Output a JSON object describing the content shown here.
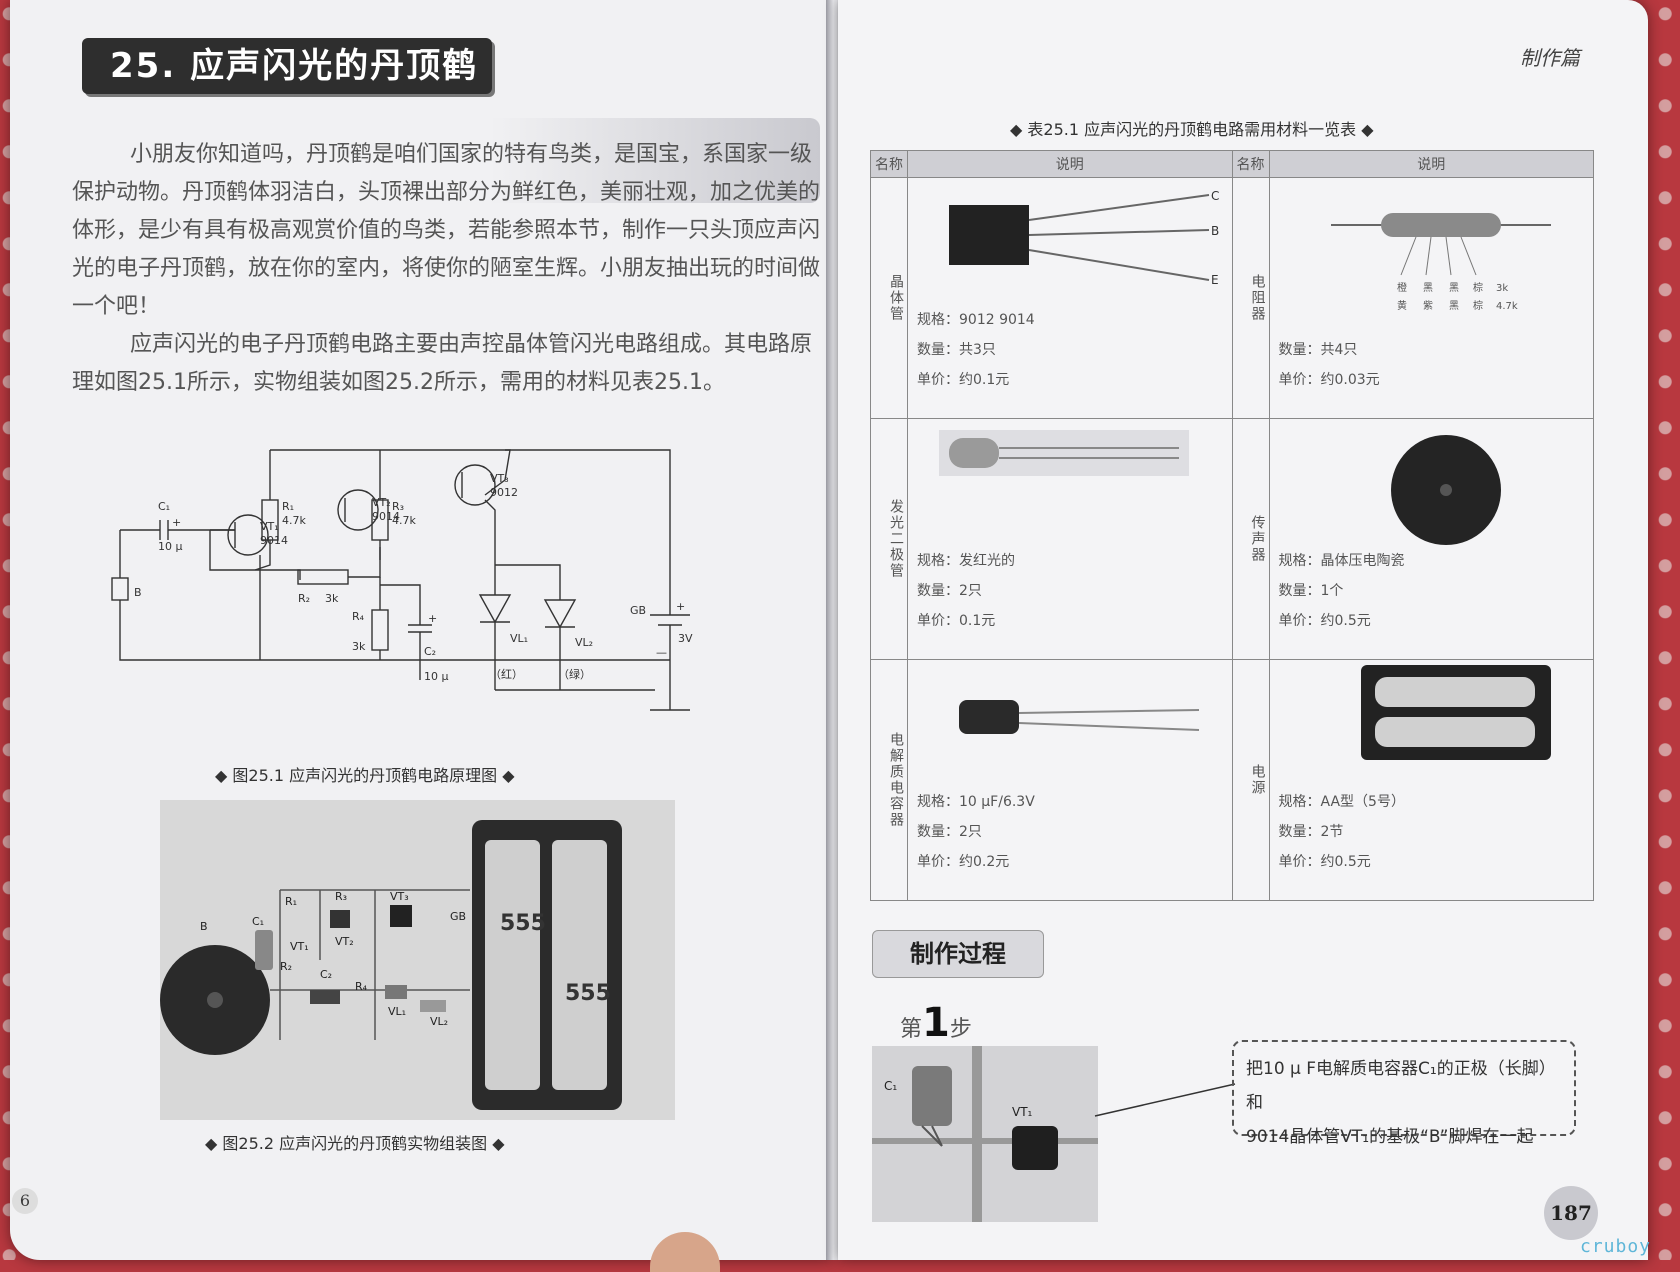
{
  "left_page": {
    "chapter_title": "25. 应声闪光的丹顶鹤",
    "paragraphs": [
      "小朋友你知道吗，丹顶鹤是咱们国家的特有鸟类，是国宝，系国家一级保护动物。丹顶鹤体羽洁白，头顶裸出部分为鲜红色，美丽壮观，加之优美的体形，是少有具有极高观赏价值的鸟类，若能参照本节，制作一只头顶应声闪光的电子丹顶鹤，放在你的室内，将使你的陋室生辉。小朋友抽出玩的时间做一个吧！",
      "应声闪光的电子丹顶鹤电路主要由声控晶体管闪光电路组成。其电路原理如图25.1所示，实物组装如图25.2所示，需用的材料见表25.1。"
    ],
    "figure1_caption": "◆ 图25.1   应声闪光的丹顶鹤电路原理图 ◆",
    "figure2_caption": "◆ 图25.2   应声闪光的丹顶鹤实物组装图 ◆",
    "page_number": "6",
    "schematic": {
      "R1": "R₁",
      "R1_val": "4.7k",
      "R3": "R₃",
      "R3_val": "4.7k",
      "R2": "R₂",
      "R2_val": "3k",
      "R4": "R₄",
      "R4_val": "3k",
      "C1": "C₁",
      "C1_val": "10 μ",
      "C2": "C₂",
      "C2_val": "10 μ",
      "VT1": "VT₁",
      "VT1_val": "9014",
      "VT2": "VT₂",
      "VT2_val": "9014",
      "VT3": "VT₃",
      "VT3_val": "9012",
      "VL1": "VL₁",
      "VL1_color": "（红）",
      "VL2": "VL₂",
      "VL2_color": "（绿）",
      "B": "B",
      "GB": "GB",
      "GB_val": "3V",
      "plus": "+",
      "minus": "—"
    },
    "photo_labels": [
      "B",
      "C₁",
      "R₁",
      "R₃",
      "VT₃",
      "VT₁",
      "VT₂",
      "R₂",
      "C₂",
      "R₄",
      "VL₁",
      "VL₂",
      "GB"
    ],
    "battery_text": "555"
  },
  "right_page": {
    "header": "制作篇",
    "table_caption": "◆ 表25.1   应声闪光的丹顶鹤电路需用材料一览表 ◆",
    "col_name": "名称",
    "col_desc": "说明",
    "rows": [
      {
        "left": {
          "name": "晶体管",
          "spec": "规格：9012    9014",
          "qty": "数量：共3只",
          "price": "单价：约0.1元",
          "pins": [
            "C",
            "B",
            "E"
          ]
        },
        "right": {
          "name": "电阻器",
          "spec": "",
          "qty": "数量：共4只",
          "price": "单价：约0.03元",
          "bands1": [
            "橙",
            "黑",
            "黑",
            "棕",
            "3k"
          ],
          "bands2": [
            "黄",
            "紫",
            "黑",
            "棕",
            "4.7k"
          ]
        }
      },
      {
        "left": {
          "name": "发光二极管",
          "spec": "规格：发红光的",
          "qty": "数量：2只",
          "price": "单价：0.1元"
        },
        "right": {
          "name": "传声器",
          "spec": "规格：晶体压电陶瓷",
          "qty": "数量：1个",
          "price": "单价：约0.5元"
        }
      },
      {
        "left": {
          "name": "电解质电容器",
          "spec": "规格：10 μF/6.3V",
          "qty": "数量：2只",
          "price": "单价：约0.2元"
        },
        "right": {
          "name": "电源",
          "spec": "规格：AA型（5号）",
          "qty": "数量：2节",
          "price": "单价：约0.5元"
        }
      }
    ],
    "section_title": "制作过程",
    "step_prefix": "第",
    "step_num": "1",
    "step_suffix": "步",
    "step_labels": {
      "c1": "C₁",
      "vt1": "VT₁"
    },
    "callout_line1": "把10 μ F电解质电容器C₁的正极（长脚）和",
    "callout_line2": "9014晶体管VT₁的基极“B”脚焊在一起",
    "page_number": "187",
    "watermark": "cruboy"
  }
}
